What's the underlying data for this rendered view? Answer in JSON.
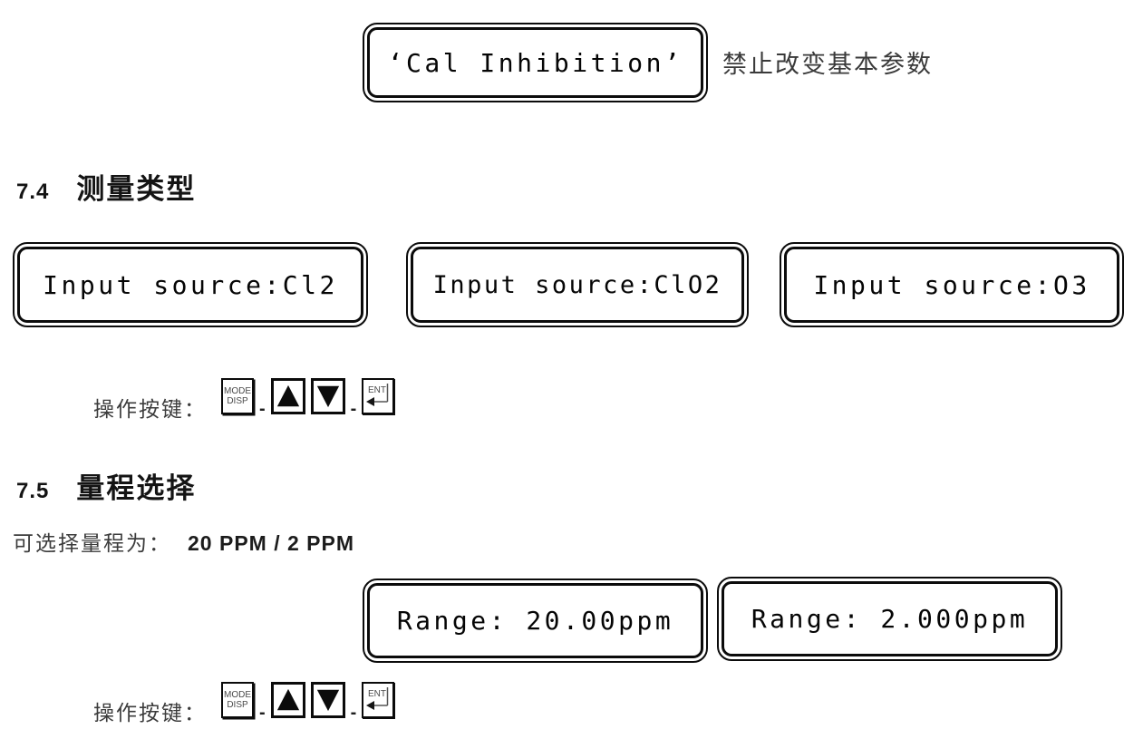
{
  "colors": {
    "ink": "#0b0b0b",
    "gray_text": "#3c3c3c",
    "key_text": "#4a4a4a",
    "background": "#ffffff"
  },
  "cal_display": {
    "text": "‘Cal Inhibition’"
  },
  "cal_note": "禁止改变基本参数",
  "section_7_4": {
    "number": "7.4",
    "title": "测量类型"
  },
  "input_displays": [
    {
      "text": "Input source:Cl2"
    },
    {
      "text": "Input source:ClO2"
    },
    {
      "text": "Input source:O3"
    }
  ],
  "keys_row": {
    "label": "操作按键：",
    "separator": "-",
    "mode_key": {
      "line1": "MODE",
      "line2": "DISP"
    },
    "ent_key": {
      "label": "ENT"
    },
    "icons": {
      "up_key": "up-triangle",
      "down_key": "down-triangle",
      "ent_key": "enter-return-arrow"
    }
  },
  "section_7_5": {
    "number": "7.5",
    "title": "量程选择"
  },
  "range_note": {
    "label": "可选择量程为：",
    "value": "20 PPM / 2 PPM"
  },
  "range_displays": [
    {
      "text": "Range: 20.00ppm"
    },
    {
      "text": "Range: 2.000ppm"
    }
  ]
}
